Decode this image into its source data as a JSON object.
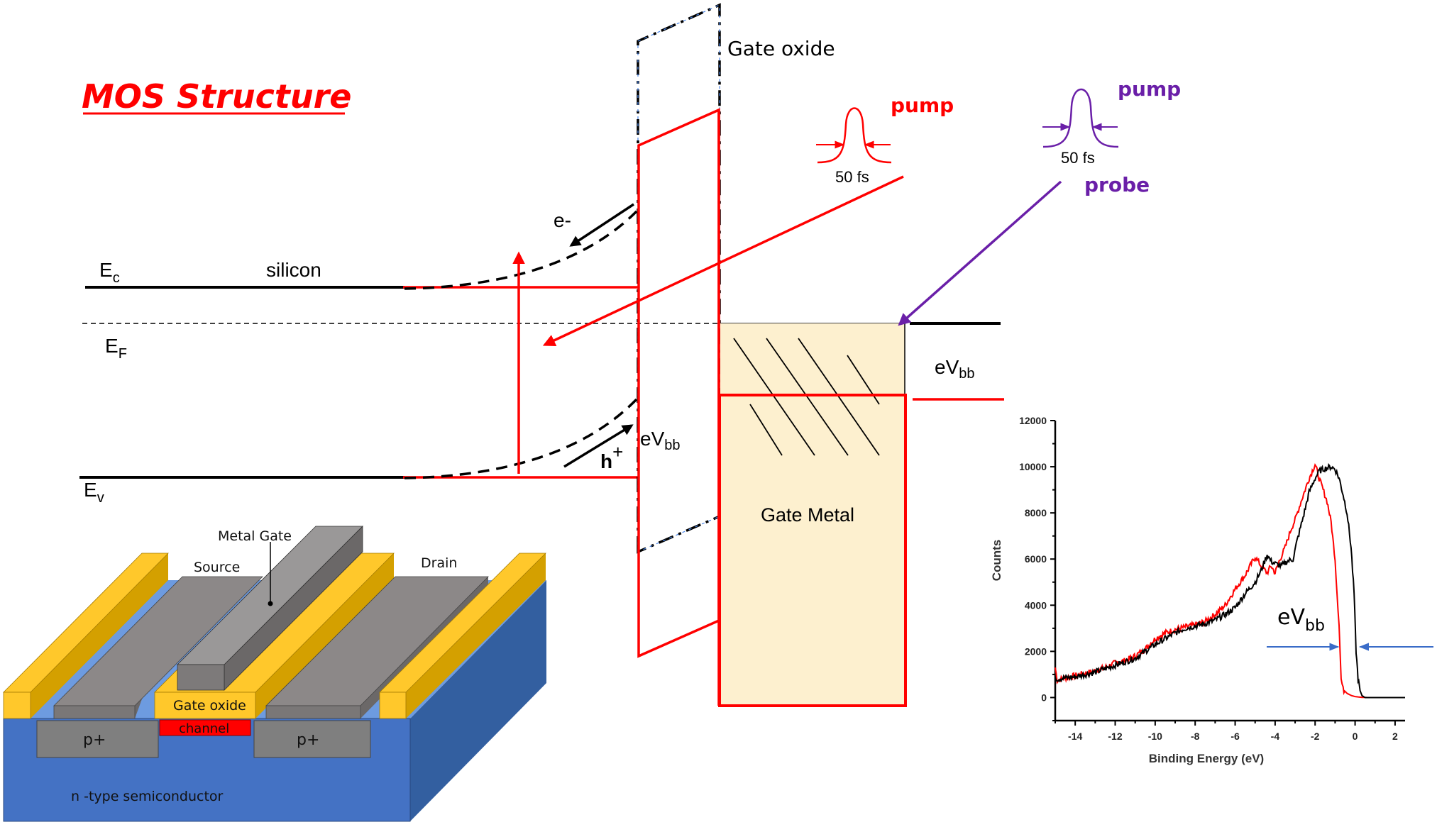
{
  "title": "MOS Structure",
  "band_diagram": {
    "ec_label": "E",
    "ec_sub": "c",
    "ef_label": "E",
    "ef_sub": "F",
    "ev_label": "E",
    "ev_sub": "v",
    "silicon_label": "silicon",
    "electron_label": "e-",
    "hole_label": "h",
    "hole_sup": "+",
    "evbb_left": "eV",
    "evbb_left_sub": "bb",
    "evbb_right": "eV",
    "evbb_right_sub": "bb",
    "gate_oxide_label": "Gate oxide",
    "gate_metal_label": "Gate Metal"
  },
  "pump_pulse": {
    "label": "pump",
    "duration": "50 fs",
    "color": "#ff0000"
  },
  "probe_pulse": {
    "pump_label": "pump",
    "probe_label": "probe",
    "duration": "50 fs",
    "color": "#6a1fa8"
  },
  "device": {
    "metal_gate_label": "Metal Gate",
    "source_label": "Source",
    "drain_label": "Drain",
    "gate_oxide_label": "Gate oxide",
    "channel_label": "channel",
    "p_plus_left": "p+",
    "p_plus_right": "p+",
    "substrate_label": "n -type semiconductor",
    "colors": {
      "substrate": "#4472c4",
      "substrate_side": "#335fa0",
      "rail": "#ffc82b",
      "rail_dark": "#d4a000",
      "metal": "#8c8888",
      "metal_dark": "#6b6868",
      "channel": "#ff0000"
    }
  },
  "colors": {
    "accent_red": "#ff0000",
    "probe_purple": "#6a1fa8",
    "metal_fill": "#fdf0cf",
    "arrow_blue": "#3a6cc8"
  },
  "chart_data": {
    "type": "line",
    "title": "",
    "xlabel": "Binding Energy (eV)",
    "ylabel": "Counts",
    "xlim": [
      -15,
      2.5
    ],
    "ylim": [
      -1000,
      12000
    ],
    "xticks": [
      -14,
      -12,
      -10,
      -8,
      -6,
      -4,
      -2,
      0,
      2
    ],
    "yticks": [
      0,
      2000,
      4000,
      6000,
      8000,
      10000,
      12000
    ],
    "grid": false,
    "annotation": {
      "text": "eV",
      "sub": "bb",
      "arrow_from_x": -0.7,
      "arrow_to_x": 0.1,
      "at_y": 1500
    },
    "series": [
      {
        "name": "red",
        "color": "#ff0000",
        "x": [
          -15,
          -14.9,
          -14.5,
          -14,
          -13.5,
          -13,
          -12.5,
          -12,
          -11.5,
          -11,
          -10.5,
          -10,
          -9.5,
          -9,
          -8.5,
          -8,
          -7.5,
          -7,
          -6.5,
          -6,
          -5.5,
          -5,
          -4.7,
          -4.4,
          -4.2,
          -4,
          -3.8,
          -3.5,
          -3.2,
          -3,
          -2.7,
          -2.5,
          -2.3,
          -2.1,
          -2,
          -1.8,
          -1.6,
          -1.4,
          -1.2,
          -1,
          -0.9,
          -0.8,
          -0.75,
          -0.7,
          -0.6,
          -0.4,
          -0.2,
          0,
          0.3,
          0.6,
          1,
          1.5,
          2,
          2.5
        ],
        "y": [
          1300,
          750,
          850,
          950,
          1050,
          1150,
          1300,
          1500,
          1600,
          1800,
          2100,
          2550,
          2800,
          2950,
          3050,
          3150,
          3300,
          3600,
          4000,
          4700,
          5300,
          6100,
          5700,
          5400,
          5700,
          5400,
          5900,
          6500,
          7300,
          7700,
          8500,
          9000,
          9500,
          9900,
          10100,
          9500,
          9000,
          8500,
          7600,
          6000,
          4500,
          3200,
          2000,
          800,
          350,
          180,
          90,
          40,
          10,
          0,
          0,
          0,
          0,
          0
        ]
      },
      {
        "name": "black",
        "color": "#000000",
        "x": [
          -15,
          -14.9,
          -14.5,
          -14,
          -13.5,
          -13,
          -12.5,
          -12,
          -11.5,
          -11,
          -10.5,
          -10,
          -9.5,
          -9,
          -8.5,
          -8,
          -7.5,
          -7,
          -6.5,
          -6,
          -5.5,
          -5,
          -4.7,
          -4.4,
          -4.2,
          -4,
          -3.7,
          -3.4,
          -3.1,
          -2.9,
          -2.6,
          -2.3,
          -2,
          -1.8,
          -1.6,
          -1.4,
          -1.2,
          -1,
          -0.8,
          -0.6,
          -0.4,
          -0.2,
          -0.05,
          0.05,
          0.15,
          0.25,
          0.35,
          0.5,
          1,
          1.5,
          2,
          2.5
        ],
        "y": [
          900,
          800,
          850,
          900,
          1000,
          1100,
          1250,
          1400,
          1550,
          1700,
          2000,
          2300,
          2550,
          2800,
          3000,
          3100,
          3200,
          3350,
          3600,
          3900,
          4500,
          5000,
          5500,
          6200,
          5900,
          5800,
          5700,
          5900,
          6000,
          6800,
          7800,
          8900,
          9500,
          9800,
          9900,
          9950,
          10000,
          9900,
          9500,
          8800,
          8000,
          6500,
          4500,
          2000,
          800,
          300,
          80,
          0,
          0,
          0,
          0,
          0
        ]
      }
    ]
  }
}
